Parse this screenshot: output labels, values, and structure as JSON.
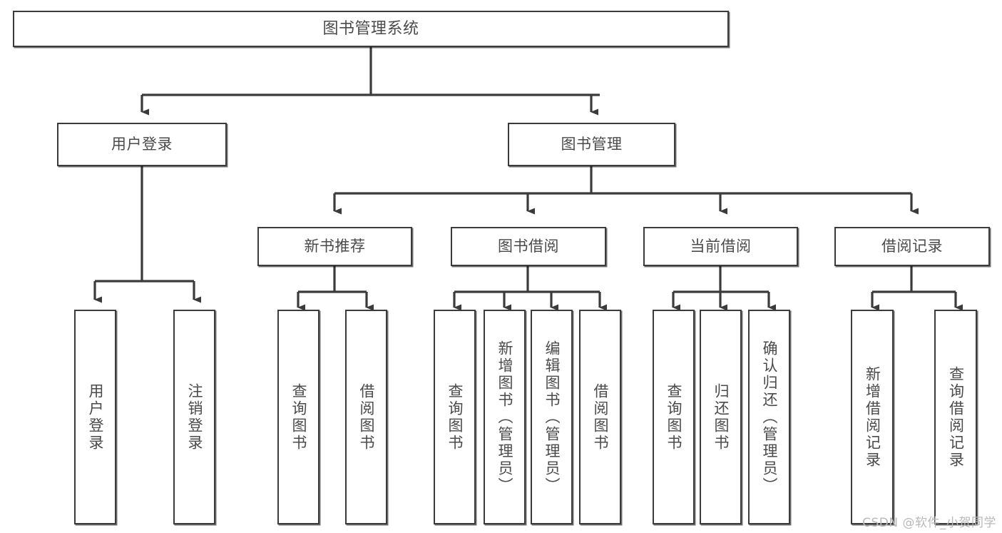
{
  "diagram": {
    "type": "tree-hierarchy-chart",
    "title": "图书管理系统",
    "line_color": "#3b3b3b",
    "text_color": "#4a4a4a",
    "background_color": "#ffffff",
    "watermark": "CSDN @软件_小贺同学",
    "nodes": {
      "root": {
        "label": "图书管理系统"
      },
      "level2": [
        {
          "id": "user-login",
          "label": "用户登录"
        },
        {
          "id": "book-manage",
          "label": "图书管理"
        }
      ],
      "level3": [
        {
          "id": "new-book-recommend",
          "label": "新书推荐"
        },
        {
          "id": "book-borrow",
          "label": "图书借阅"
        },
        {
          "id": "current-borrow",
          "label": "当前借阅"
        },
        {
          "id": "borrow-record",
          "label": "借阅记录"
        }
      ],
      "leaves": {
        "user_login": [
          {
            "id": "leaf-user-login",
            "label": "用户登录"
          },
          {
            "id": "leaf-logout-login",
            "label": "注销登录"
          }
        ],
        "new_book_recommend": [
          {
            "id": "leaf-query-book-1",
            "label": "查询图书"
          },
          {
            "id": "leaf-borrow-book-1",
            "label": "借阅图书"
          }
        ],
        "book_borrow": [
          {
            "id": "leaf-query-book-2",
            "label": "查询图书"
          },
          {
            "id": "leaf-add-book",
            "label": "新增图书（管理员）"
          },
          {
            "id": "leaf-edit-book",
            "label": "编辑图书（管理员）"
          },
          {
            "id": "leaf-borrow-book-2",
            "label": "借阅图书"
          }
        ],
        "current_borrow": [
          {
            "id": "leaf-query-book-3",
            "label": "查询图书"
          },
          {
            "id": "leaf-return-book",
            "label": "归还图书"
          },
          {
            "id": "leaf-confirm-return",
            "label": "确认归还（管理员）"
          }
        ],
        "borrow_record": [
          {
            "id": "leaf-add-record",
            "label": "新增借阅记录"
          },
          {
            "id": "leaf-query-record",
            "label": "查询借阅记录"
          }
        ]
      }
    }
  }
}
